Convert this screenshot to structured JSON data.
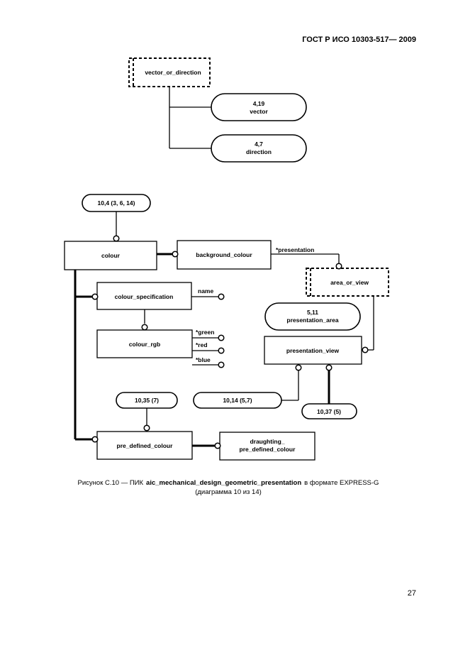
{
  "header": {
    "standard": "ГОСТ Р ИСО 10303-517— 2009"
  },
  "diagram1": {
    "select_type": "vector_or_direction",
    "refs": [
      {
        "num": "4,19",
        "name": "vector"
      },
      {
        "num": "4,7",
        "name": "direction"
      }
    ]
  },
  "diagram2": {
    "ref_top": "10,4 (3, 6, 14)",
    "colour": "colour",
    "background_colour": "background_colour",
    "presentation_attr": "*presentation",
    "area_or_view": "area_or_view",
    "ref_presentation_area": {
      "num": "5,11",
      "name": "presentation_area"
    },
    "presentation_view": "presentation_view",
    "colour_specification": "colour_specification",
    "name_attr": "name",
    "colour_rgb": "colour_rgb",
    "rgb_attrs": [
      "*green",
      "*red",
      "*blue"
    ],
    "ref_pre_defined": "10,35 (7)",
    "ref_view_left": "10,14 (5,7)",
    "ref_view_right": "10,37 (5)",
    "pre_defined_colour": "pre_defined_colour",
    "draughting_line1": "draughting_",
    "draughting_line2": "pre_defined_colour"
  },
  "caption": {
    "prefix": "Рисунок С.10 — ПИК",
    "schema": "aic_mechanical_design_geometric_presentation",
    "suffix": "в формате EXPRESS-G",
    "line2": "(диаграмма 10 из 14)"
  },
  "page_number": "27"
}
